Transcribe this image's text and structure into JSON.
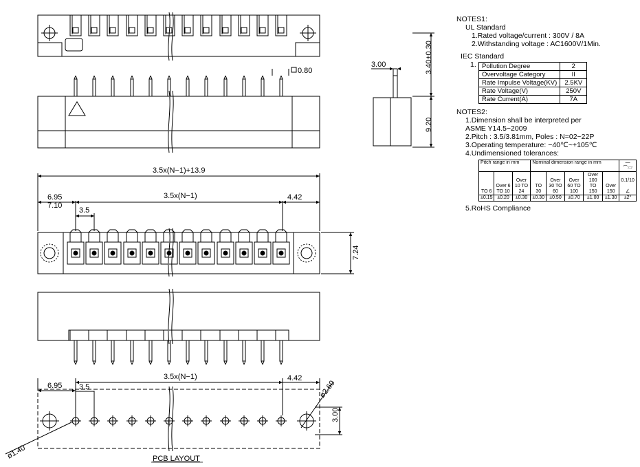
{
  "dims": {
    "overall": "3.5x(N−1)+13.9",
    "pitch_span": "3.5x(N−1)",
    "left_offset_a": "6.95",
    "left_offset_b": "7.10",
    "pitch": "3.5",
    "right_offset": "4.42",
    "height": "7.24",
    "pin_square": "0.80",
    "side_width": "3.00",
    "side_top": "3.40±0.30",
    "side_height": "9.20",
    "pcb_left": "6.95",
    "pcb_pitch": "3.5",
    "pcb_span": "3.5x(N−1)",
    "pcb_right": "4.42",
    "pcb_row": "3.00",
    "hole_large": "ø2.60",
    "hole_small": "ø1.40",
    "pcb_title": "PCB LAYOUT"
  },
  "notes1": {
    "title": "NOTES1:",
    "ul_heading": "UL Standard",
    "ul_items": [
      "1.Rated voltage/current :  300V / 8A",
      "2.Withstanding voltage : AC1600V/1Min."
    ],
    "iec_heading": "IEC Standard",
    "iec_num": "1.",
    "iec_rows": [
      {
        "label": "Pollution Degree",
        "value": "2"
      },
      {
        "label": "Overvoltage Category",
        "value": "II"
      },
      {
        "label": "Rate Impulse Voltage(KV)",
        "value": "2.5KV"
      },
      {
        "label": "Rate Voltage(V)",
        "value": "250V"
      },
      {
        "label": "Rate Current(A)",
        "value": "7A"
      }
    ]
  },
  "notes2": {
    "title": "NOTES2:",
    "item1a": "1.Dimension shall be interpreted per",
    "item1b": "ASME  Y14.5−2009",
    "item2": "2.Pitch : 3.5/3.81mm, Poles : N=02~22P",
    "item3": "3.Operating temperature: −40℃~+105℃",
    "item4": "4.Undimensioned tolerances:",
    "item5": "5.RoHS Compliance"
  },
  "tolerance": {
    "pitch_header": "Pitch range in mm",
    "nominal_header": "Nominal dimension range in mm",
    "angle_header": "—⌒▱",
    "pitch_ranges": [
      "TO 6",
      "Over 6 TO 10",
      "Over 10 TO 24"
    ],
    "nominal_ranges": [
      "TO 30",
      "Over 30 TO 60",
      "Over 60 TO 100",
      "Over 100 TO 150",
      "Over 150"
    ],
    "angle_value": "0.1/10",
    "angle_symbol": "∠",
    "pitch_tol": [
      "±0.15",
      "±0.20",
      "±0.30"
    ],
    "nominal_tol": [
      "±0.30",
      "±0.50",
      "±0.70",
      "±1.00",
      "±1.30"
    ],
    "angle_tol": "±2°"
  }
}
